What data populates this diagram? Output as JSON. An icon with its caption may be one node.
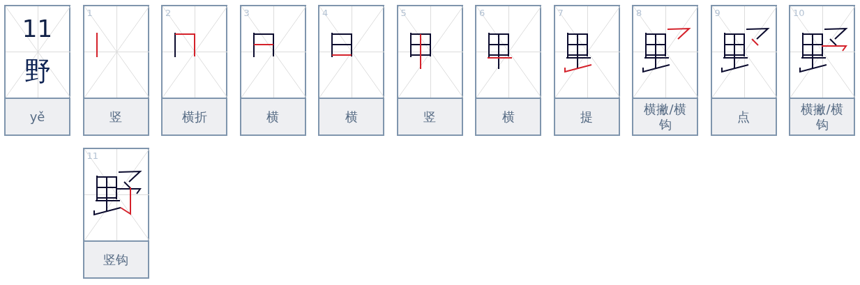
{
  "diagram": {
    "nodes": [
      {
        "text": [
          "11",
          "野",
          "yě"
        ]
      },
      {
        "text": [
          "1",
          "竖"
        ]
      },
      {
        "text": [
          "2",
          "横折"
        ]
      },
      {
        "text": [
          "3",
          "横"
        ]
      },
      {
        "text": [
          "4",
          "横"
        ]
      },
      {
        "text": [
          "5",
          "竖"
        ]
      },
      {
        "text": [
          "6",
          "横"
        ]
      },
      {
        "text": [
          "7",
          "提"
        ]
      },
      {
        "text": [
          "8",
          "横撇/横钩"
        ]
      },
      {
        "text": [
          "9",
          "点"
        ]
      },
      {
        "text": [
          "10",
          "横撇/横钩"
        ]
      },
      {
        "text": [
          "11",
          "竖钩"
        ]
      }
    ]
  }
}
